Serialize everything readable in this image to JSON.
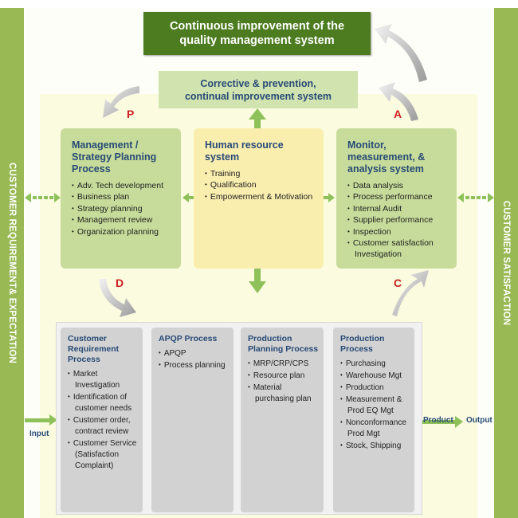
{
  "sidebar_left": {
    "text": "CUSTOMER REQUIREMENT& EXPECTATION"
  },
  "sidebar_right": {
    "text": "CUSTOMER SATISFACTION"
  },
  "top_box": {
    "line1": "Continuous improvement of the",
    "line2": "quality management system"
  },
  "corrective_box": {
    "line1": "Corrective & prevention,",
    "line2": "continual improvement system"
  },
  "pdca": {
    "p": "P",
    "d": "D",
    "c": "C",
    "a": "A"
  },
  "management_box": {
    "title_lines": [
      "Management /",
      "Strategy Planning",
      "Process"
    ],
    "items": [
      "Adv. Tech development",
      "Business plan",
      "Strategy planning",
      "Management review",
      "Organization planning"
    ]
  },
  "hr_box": {
    "title_lines": [
      "Human resource",
      "system"
    ],
    "items": [
      "Training",
      "Qualification",
      "Empowerment & Motivation"
    ]
  },
  "monitor_box": {
    "title_lines": [
      "Monitor,",
      "measurement, &",
      "analysis system"
    ],
    "items": [
      "Data analysis",
      "Process performance",
      "Internal Audit",
      "Supplier performance",
      "Inspection",
      "Customer satisfaction Investigation"
    ]
  },
  "processes": [
    {
      "title": "Customer Requirement Process",
      "items": [
        "Market Investigation",
        "Identification of customer needs",
        "Customer order, contract review",
        "Customer Service (Satisfaction Complaint)"
      ]
    },
    {
      "title": "APQP Process",
      "items": [
        "APQP",
        "Process planning"
      ]
    },
    {
      "title": "Production Planning Process",
      "items": [
        "MRP/CRP/CPS",
        "Resource plan",
        "Material purchasing plan"
      ]
    },
    {
      "title": "Production Process",
      "items": [
        "Purchasing",
        "Warehouse Mgt",
        "Production",
        "Measurement & Prod EQ Mgt",
        "Nonconformance Prod Mgt",
        "Stock, Shipping"
      ]
    }
  ],
  "flow_labels": {
    "input": "Input",
    "product": "Product",
    "output": "Output"
  },
  "colors": {
    "sidebar": "#98b954",
    "dark_green": "#4c7c1f",
    "light_green": "#c7dc9a",
    "yellow": "#faeeaf",
    "grey_box": "#d2d2d2",
    "title_blue": "#274a76",
    "pdca_red": "#cc1f1f"
  }
}
